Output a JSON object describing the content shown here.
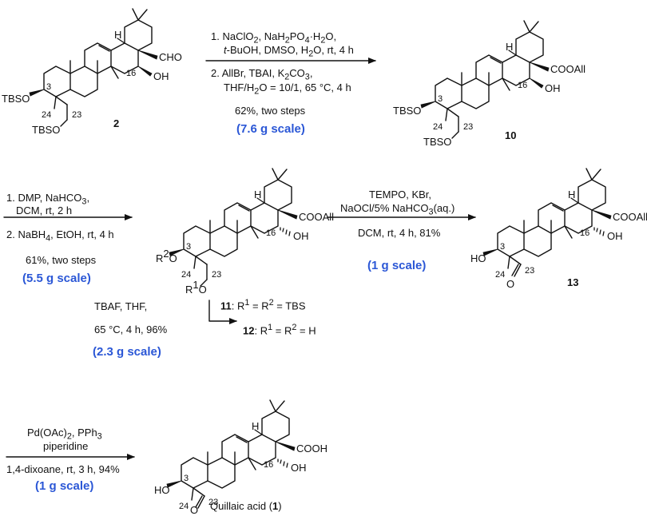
{
  "colors": {
    "ink": "#111111",
    "scale_blue": "#2b57d6"
  },
  "compounds": {
    "c2": {
      "label": "2"
    },
    "c10": {
      "label": "10"
    },
    "c11": {
      "label": "11"
    },
    "c12": {
      "label": "12"
    },
    "c13": {
      "label": "13"
    },
    "c1": {
      "name": "Quillaic acid (",
      "num": "1",
      "close": ")"
    }
  },
  "atoms": {
    "tbso": "TBSO",
    "cho": "CHO",
    "oh": "OH",
    "cooall": "COOAll",
    "cooh": "COOH",
    "ho": "HO",
    "h": "H",
    "o": "O",
    "r2o": "R",
    "r2o_sup": "2",
    "r2o_o": "O",
    "r1o": "R",
    "r1o_sup": "1",
    "r1o_o": "O",
    "n3": "3",
    "n16": "16",
    "n23": "23",
    "n24": "24"
  },
  "step1": {
    "line1_prefix": "1. NaClO",
    "line1_sub1": "2",
    "line1_mid": ", NaH",
    "line1_sub2": "2",
    "line1_po": "PO",
    "line1_sub3": "4",
    "line1_suffix": "·H",
    "line1_sub4": "2",
    "line1_end": "O,",
    "line2_ital": "t",
    "line2_rest": "-BuOH, DMSO, H",
    "line2_sub": "2",
    "line2_end": "O, rt, 4 h",
    "line3_prefix": "2. AllBr, TBAI, K",
    "line3_sub1": "2",
    "line3_mid": "CO",
    "line3_sub2": "3",
    "line3_end": ",",
    "line4_prefix": "THF/H",
    "line4_sub": "2",
    "line4_end": "O = 10/1, 65 °C, 4 h",
    "yield": "62%, two steps",
    "scale": "(7.6 g scale)"
  },
  "step2": {
    "line1": "1. DMP, NaHCO",
    "line1_sub": "3",
    "line1_end": ",",
    "line2": "DCM, rt, 2 h",
    "line3_prefix": "2. NaBH",
    "line3_sub": "4",
    "line3_end": ", EtOH, rt, 4 h",
    "yield": "61%, two steps",
    "scale": "(5.5 g scale)"
  },
  "step3": {
    "line1": "TEMPO, KBr,",
    "line2_prefix": "NaOCl/5% NaHCO",
    "line2_sub": "3",
    "line2_end": "(aq.)",
    "line3": "DCM, rt, 4 h, 81%",
    "scale": "(1 g scale)"
  },
  "step4": {
    "line1": "TBAF, THF,",
    "line2": "65 °C, 4 h, 96%",
    "scale": "(2.3 g scale)",
    "r11_num": "11",
    "r11_text_a": ": R",
    "r11_sup1": "1",
    "r11_text_b": " = R",
    "r11_sup2": "2",
    "r11_text_c": " = TBS",
    "r12_num": "12",
    "r12_text_a": ": R",
    "r12_sup1": "1",
    "r12_text_b": " = R",
    "r12_sup2": "2",
    "r12_text_c": " = H"
  },
  "step5": {
    "line1_prefix": "Pd(OAc)",
    "line1_sub1": "2",
    "line1_mid": ", PPh",
    "line1_sub2": "3",
    "line2": "piperidine",
    "line3": "1,4-dixoane, rt, 3 h, 94%",
    "scale": "(1 g scale)"
  }
}
